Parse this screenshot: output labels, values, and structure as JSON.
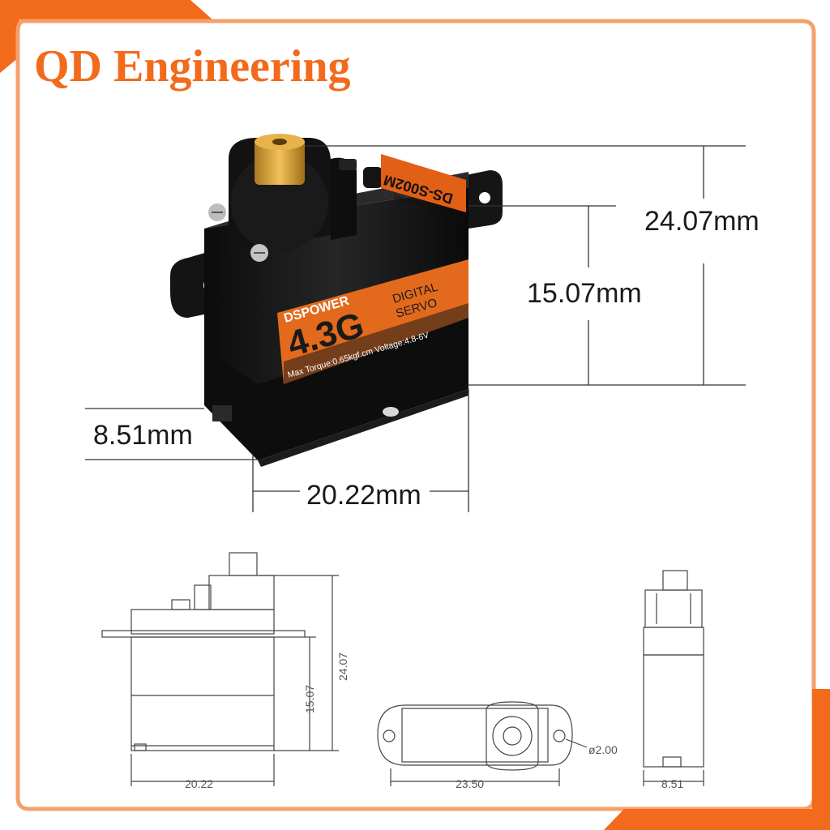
{
  "brand": {
    "name": "QD Engineering",
    "accent_color": "#f26a1b",
    "frame_color": "#f5a06b"
  },
  "servo_label": {
    "website": "www.dspower.net",
    "model": "DS-S002M",
    "badge": "DSPOWER",
    "weight": "4.3G",
    "type_line1": "DIGITAL",
    "type_line2": "SERVO",
    "specs": "Max Torque:0.65kgf.cm  Voltage:4.8-6V"
  },
  "photo_dimensions": {
    "total_height": "24.07mm",
    "body_height": "15.07mm",
    "thickness": "8.51mm",
    "width": "20.22mm"
  },
  "drawing_dimensions": {
    "front_height_total": "24.07",
    "front_height_body": "15.07",
    "front_width": "20.22",
    "top_length": "23.50",
    "hole_diameter": "ø2.00",
    "side_thickness": "8.51"
  },
  "icons": [
    "servo-photo",
    "front-view-drawing",
    "top-view-drawing",
    "side-view-drawing"
  ]
}
